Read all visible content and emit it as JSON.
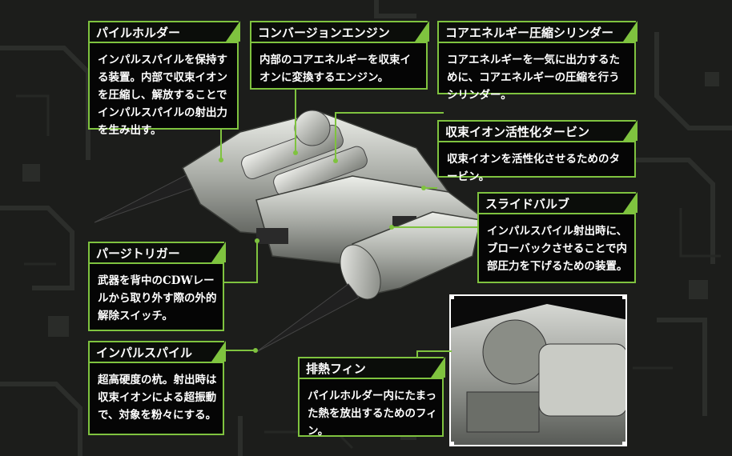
{
  "colors": {
    "accent": "#7fc33f",
    "panel_bg": "#050505",
    "text": "#ffffff"
  },
  "callouts": [
    {
      "id": "pile-holder",
      "title": "パイルホルダー",
      "body": "インパルスパイルを保持する装置。内部で収束イオンを圧縮し、解放することでインパルスパイルの射出力を生み出す。"
    },
    {
      "id": "conversion-engine",
      "title": "コンバージョンエンジン",
      "body": "内部のコアエネルギーを収束イオンに変換するエンジン。"
    },
    {
      "id": "compression-cylinder",
      "title": "コアエネルギー圧縮シリンダー",
      "body": "コアエネルギーを一気に出力するために、コアエネルギーの圧縮を行うシリンダー。"
    },
    {
      "id": "activation-turbine",
      "title": "収束イオン活性化タービン",
      "body": "収束イオンを活性化させるためのタービン。"
    },
    {
      "id": "slide-valve",
      "title": "スライドバルブ",
      "body": "インパルスパイル射出時に、ブローバックさせることで内部圧力を下げるための装置。"
    },
    {
      "id": "purge-trigger",
      "title": "パージトリガー",
      "body": "武器を背中のCDWレールから取り外す際の外的解除スイッチ。"
    },
    {
      "id": "impulse-pile",
      "title": "インパルスパイル",
      "body": "超高硬度の杭。射出時は収束イオンによる超振動で、対象を粉々にする。"
    },
    {
      "id": "cooling-fin",
      "title": "排熱フィン",
      "body": "パイルホルダー内にたまった熱を放出するためのフィン。"
    }
  ]
}
